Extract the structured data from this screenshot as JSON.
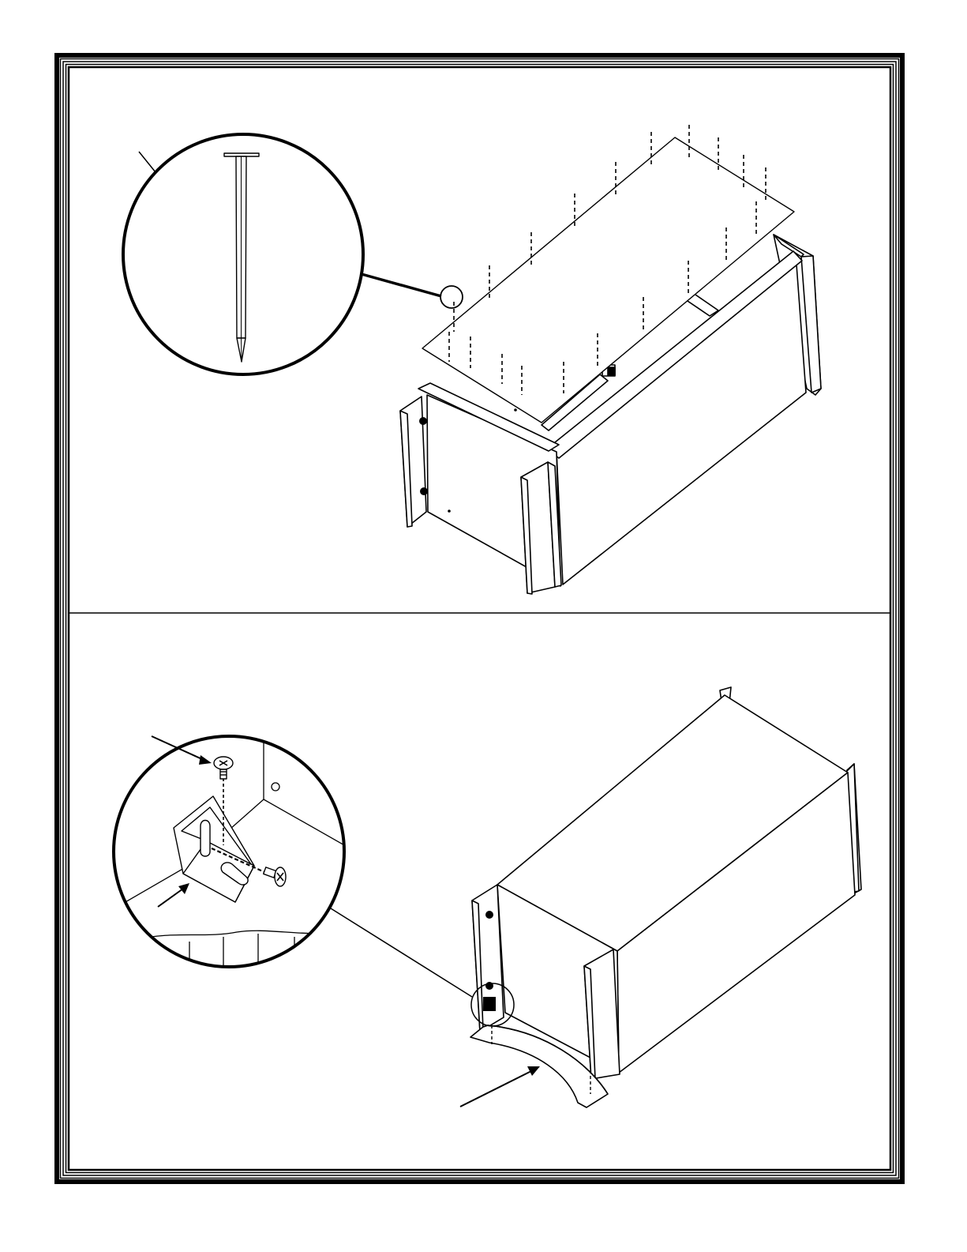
{
  "document": {
    "type": "assembly-instructions",
    "page_text": []
  },
  "panels": [
    {
      "id": "step-top",
      "depicts": "back-panel-nailed-onto-cabinet",
      "callout": "nail-detail",
      "hardware": [
        "nail-icon"
      ]
    },
    {
      "id": "step-bottom",
      "depicts": "base-attached-with-corner-brackets",
      "callout": "corner-bracket-detail",
      "hardware": [
        "screw-icon",
        "corner-bracket-icon",
        "base-rail-icon"
      ]
    }
  ],
  "colors": {
    "line": "#000000",
    "paper": "#ffffff",
    "border": "#000000"
  }
}
